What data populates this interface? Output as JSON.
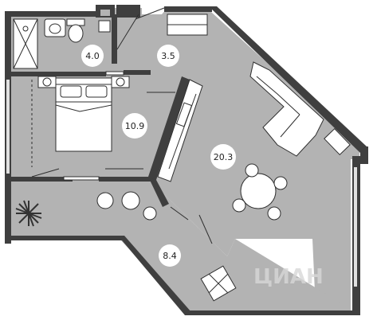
{
  "floor_plan": {
    "colors": {
      "floor": "#b3b3b3",
      "wall": "#3f3f3f",
      "furniture_fill": "#ffffff",
      "furniture_stroke": "#2f2f2f",
      "label_circle": "#ffffff",
      "plant": "#333333"
    },
    "rooms": [
      {
        "id": "bathroom",
        "area": "4.0"
      },
      {
        "id": "hallway",
        "area": "3.5"
      },
      {
        "id": "bedroom",
        "area": "10.9"
      },
      {
        "id": "living-kitchen",
        "area": "20.3"
      },
      {
        "id": "terrace",
        "area": "8.4"
      }
    ],
    "watermark": "ЦИАН"
  }
}
